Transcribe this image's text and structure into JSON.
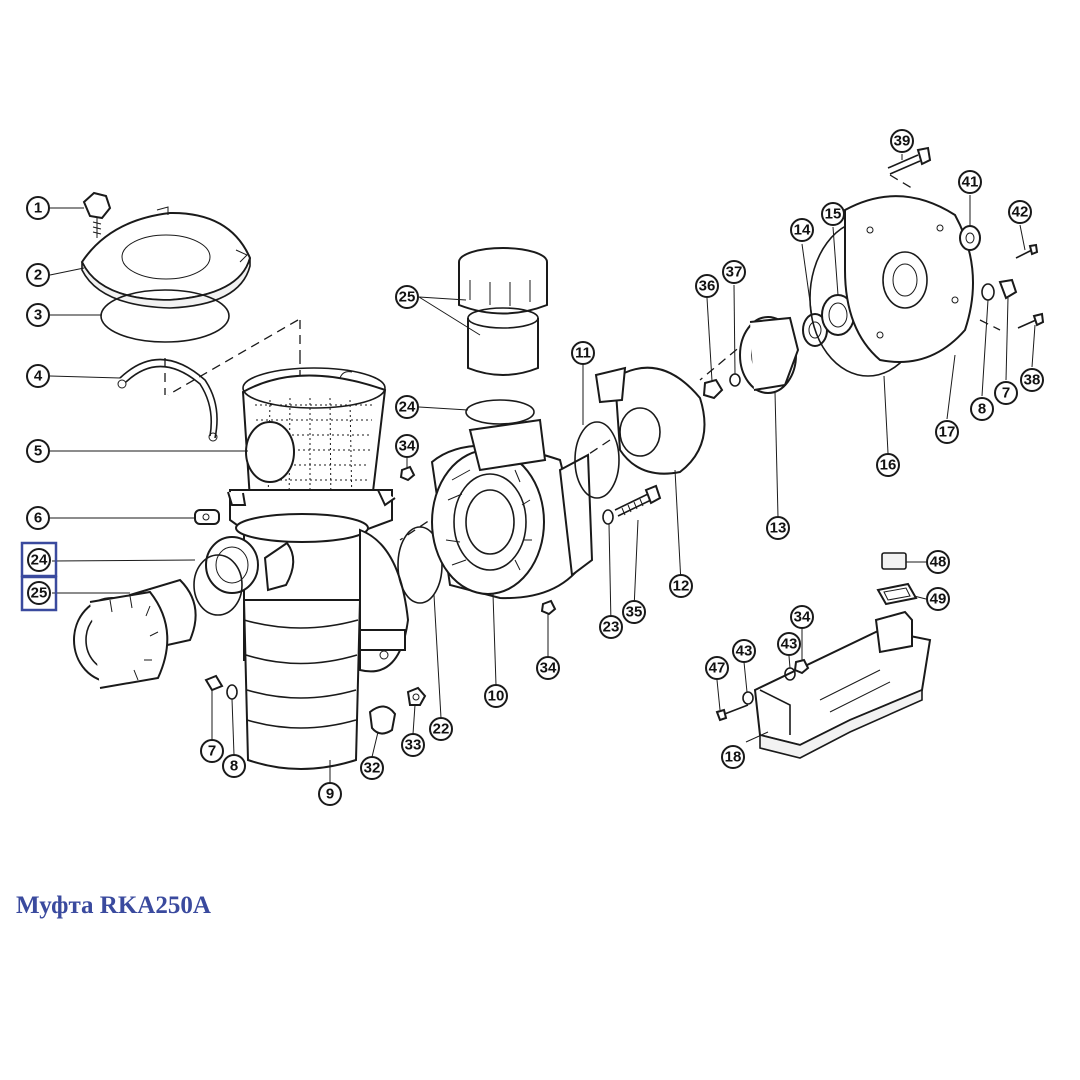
{
  "caption": "Муфта RKA250A",
  "colors": {
    "highlight": "#3a4a9e",
    "line": "#1a1a1a",
    "background": "#ffffff"
  },
  "callouts": {
    "c1": "1",
    "c2": "2",
    "c3": "3",
    "c4": "4",
    "c5": "5",
    "c6": "6",
    "c24_left": "24",
    "c25_left": "25",
    "c7_left": "7",
    "c8_left": "8",
    "c9": "9",
    "c32": "32",
    "c33": "33",
    "c22": "22",
    "c10": "10",
    "c34_mid": "34",
    "c34_low": "34",
    "c25_top": "25",
    "c24_top": "24",
    "c11": "11",
    "c23": "23",
    "c35": "35",
    "c12": "12",
    "c36": "36",
    "c37": "37",
    "c13": "13",
    "c14": "14",
    "c15": "15",
    "c16": "16",
    "c39": "39",
    "c41": "41",
    "c42": "42",
    "c17": "17",
    "c8_right": "8",
    "c7_right": "7",
    "c38": "38",
    "c48": "48",
    "c49": "49",
    "c34_base": "34",
    "c43_a": "43",
    "c43_b": "43",
    "c47": "47",
    "c18": "18"
  }
}
